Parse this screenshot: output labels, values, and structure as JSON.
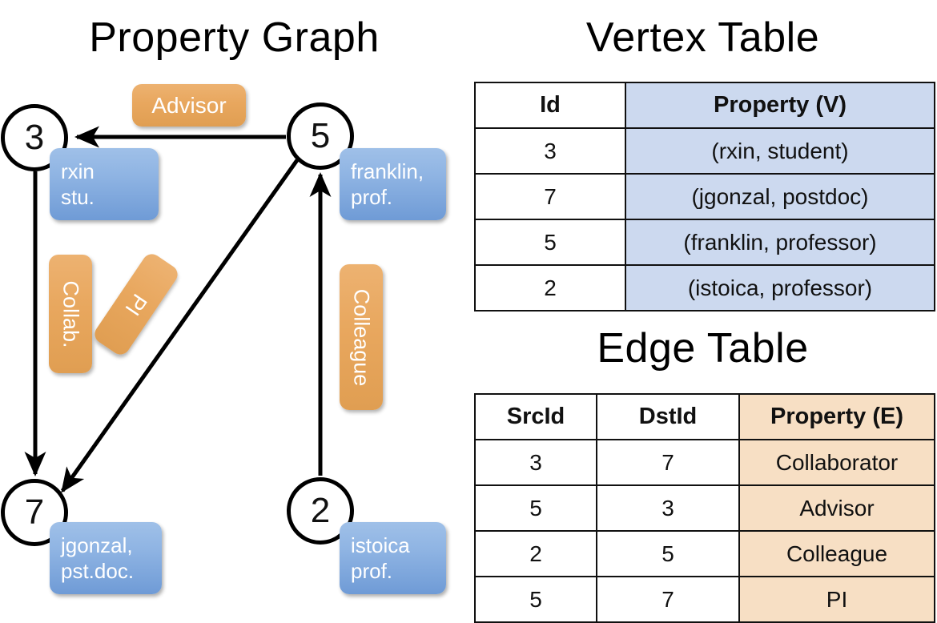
{
  "titles": {
    "property_graph": "Property Graph",
    "vertex_table": "Vertex Table",
    "edge_table": "Edge Table"
  },
  "graph": {
    "nodes": [
      {
        "id": "3",
        "property": "rxin\nstu.",
        "line1": "rxin",
        "line2": "stu."
      },
      {
        "id": "5",
        "property": "franklin, prof.",
        "line1": "franklin,",
        "line2": "prof."
      },
      {
        "id": "7",
        "property": "jgonzal, pst.doc.",
        "line1": "jgonzal,",
        "line2": "pst.doc."
      },
      {
        "id": "2",
        "property": "istoica prof.",
        "line1": "istoica",
        "line2": "prof."
      }
    ],
    "edge_labels": {
      "advisor": "Advisor",
      "collab": "Collab.",
      "pi": "PI",
      "colleague": "Colleague"
    },
    "edges": [
      {
        "src": "5",
        "dst": "3",
        "label": "Advisor"
      },
      {
        "src": "3",
        "dst": "7",
        "label": "Collab."
      },
      {
        "src": "5",
        "dst": "7",
        "label": "PI"
      },
      {
        "src": "2",
        "dst": "5",
        "label": "Colleague"
      }
    ]
  },
  "vertex_table": {
    "headers": [
      "Id",
      "Property (V)"
    ],
    "rows": [
      {
        "id": "3",
        "property": "(rxin, student)"
      },
      {
        "id": "7",
        "property": "(jgonzal, postdoc)"
      },
      {
        "id": "5",
        "property": "(franklin, professor)"
      },
      {
        "id": "2",
        "property": "(istoica, professor)"
      }
    ]
  },
  "edge_table": {
    "headers": [
      "SrcId",
      "DstId",
      "Property (E)"
    ],
    "rows": [
      {
        "src": "3",
        "dst": "7",
        "property": "Collaborator"
      },
      {
        "src": "5",
        "dst": "3",
        "property": "Advisor"
      },
      {
        "src": "2",
        "dst": "5",
        "property": "Colleague"
      },
      {
        "src": "5",
        "dst": "7",
        "property": "PI"
      }
    ]
  },
  "colors": {
    "vertex_fill": "#ccd9ef",
    "edge_fill": "#f7dfc4",
    "node_label_blue": "#8fb4e3",
    "edge_label_orange": "#e8a75e",
    "stroke": "#101010"
  }
}
